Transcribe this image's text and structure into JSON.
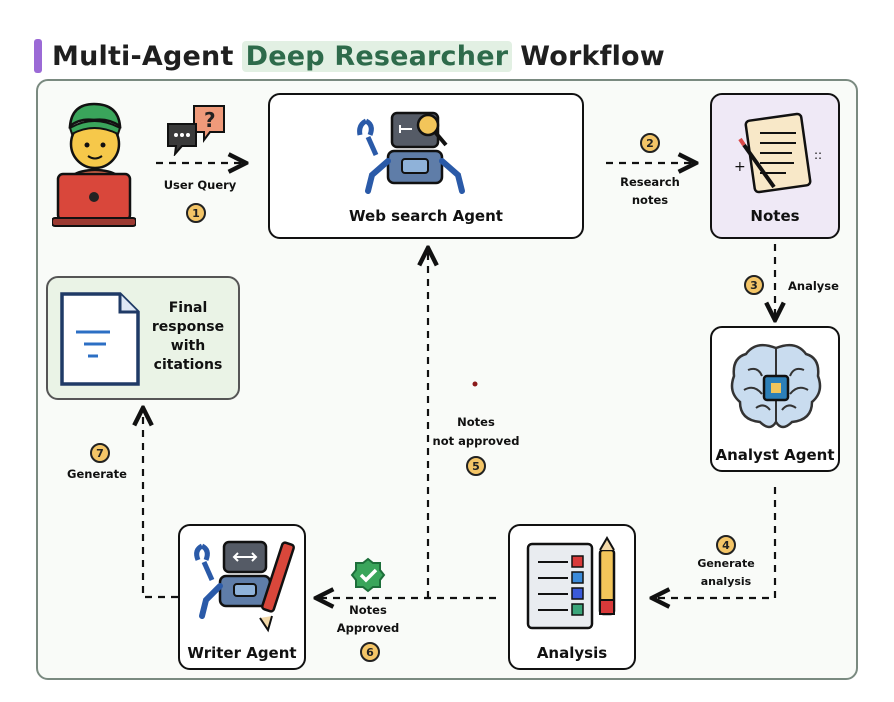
{
  "title": {
    "part1": "Multi-Agent",
    "highlight": "Deep Researcher",
    "part2": "Workflow"
  },
  "nodes": {
    "web_search": "Web search Agent",
    "notes": "Notes",
    "analyst": "Analyst Agent",
    "analysis": "Analysis",
    "writer": "Writer Agent",
    "final": [
      "Final",
      "response",
      "with",
      "citations"
    ]
  },
  "steps": [
    {
      "num": "1",
      "label": [
        "User Query"
      ]
    },
    {
      "num": "2",
      "label": [
        "Research",
        "notes"
      ]
    },
    {
      "num": "3",
      "label": [
        "Analyse"
      ]
    },
    {
      "num": "4",
      "label": [
        "Generate",
        "analysis"
      ]
    },
    {
      "num": "5",
      "label": [
        "Notes",
        "not approved"
      ]
    },
    {
      "num": "6",
      "label": [
        "Notes",
        "Approved"
      ]
    },
    {
      "num": "7",
      "label": [
        "Generate"
      ]
    }
  ],
  "colors": {
    "accent": "#9b6ad6",
    "highlight_bg": "#e2f0e3",
    "highlight_text": "#2e6b4b",
    "step_fill": "#f4c567",
    "notes_bg": "#efe9f6",
    "final_bg": "#eaf3e6"
  }
}
